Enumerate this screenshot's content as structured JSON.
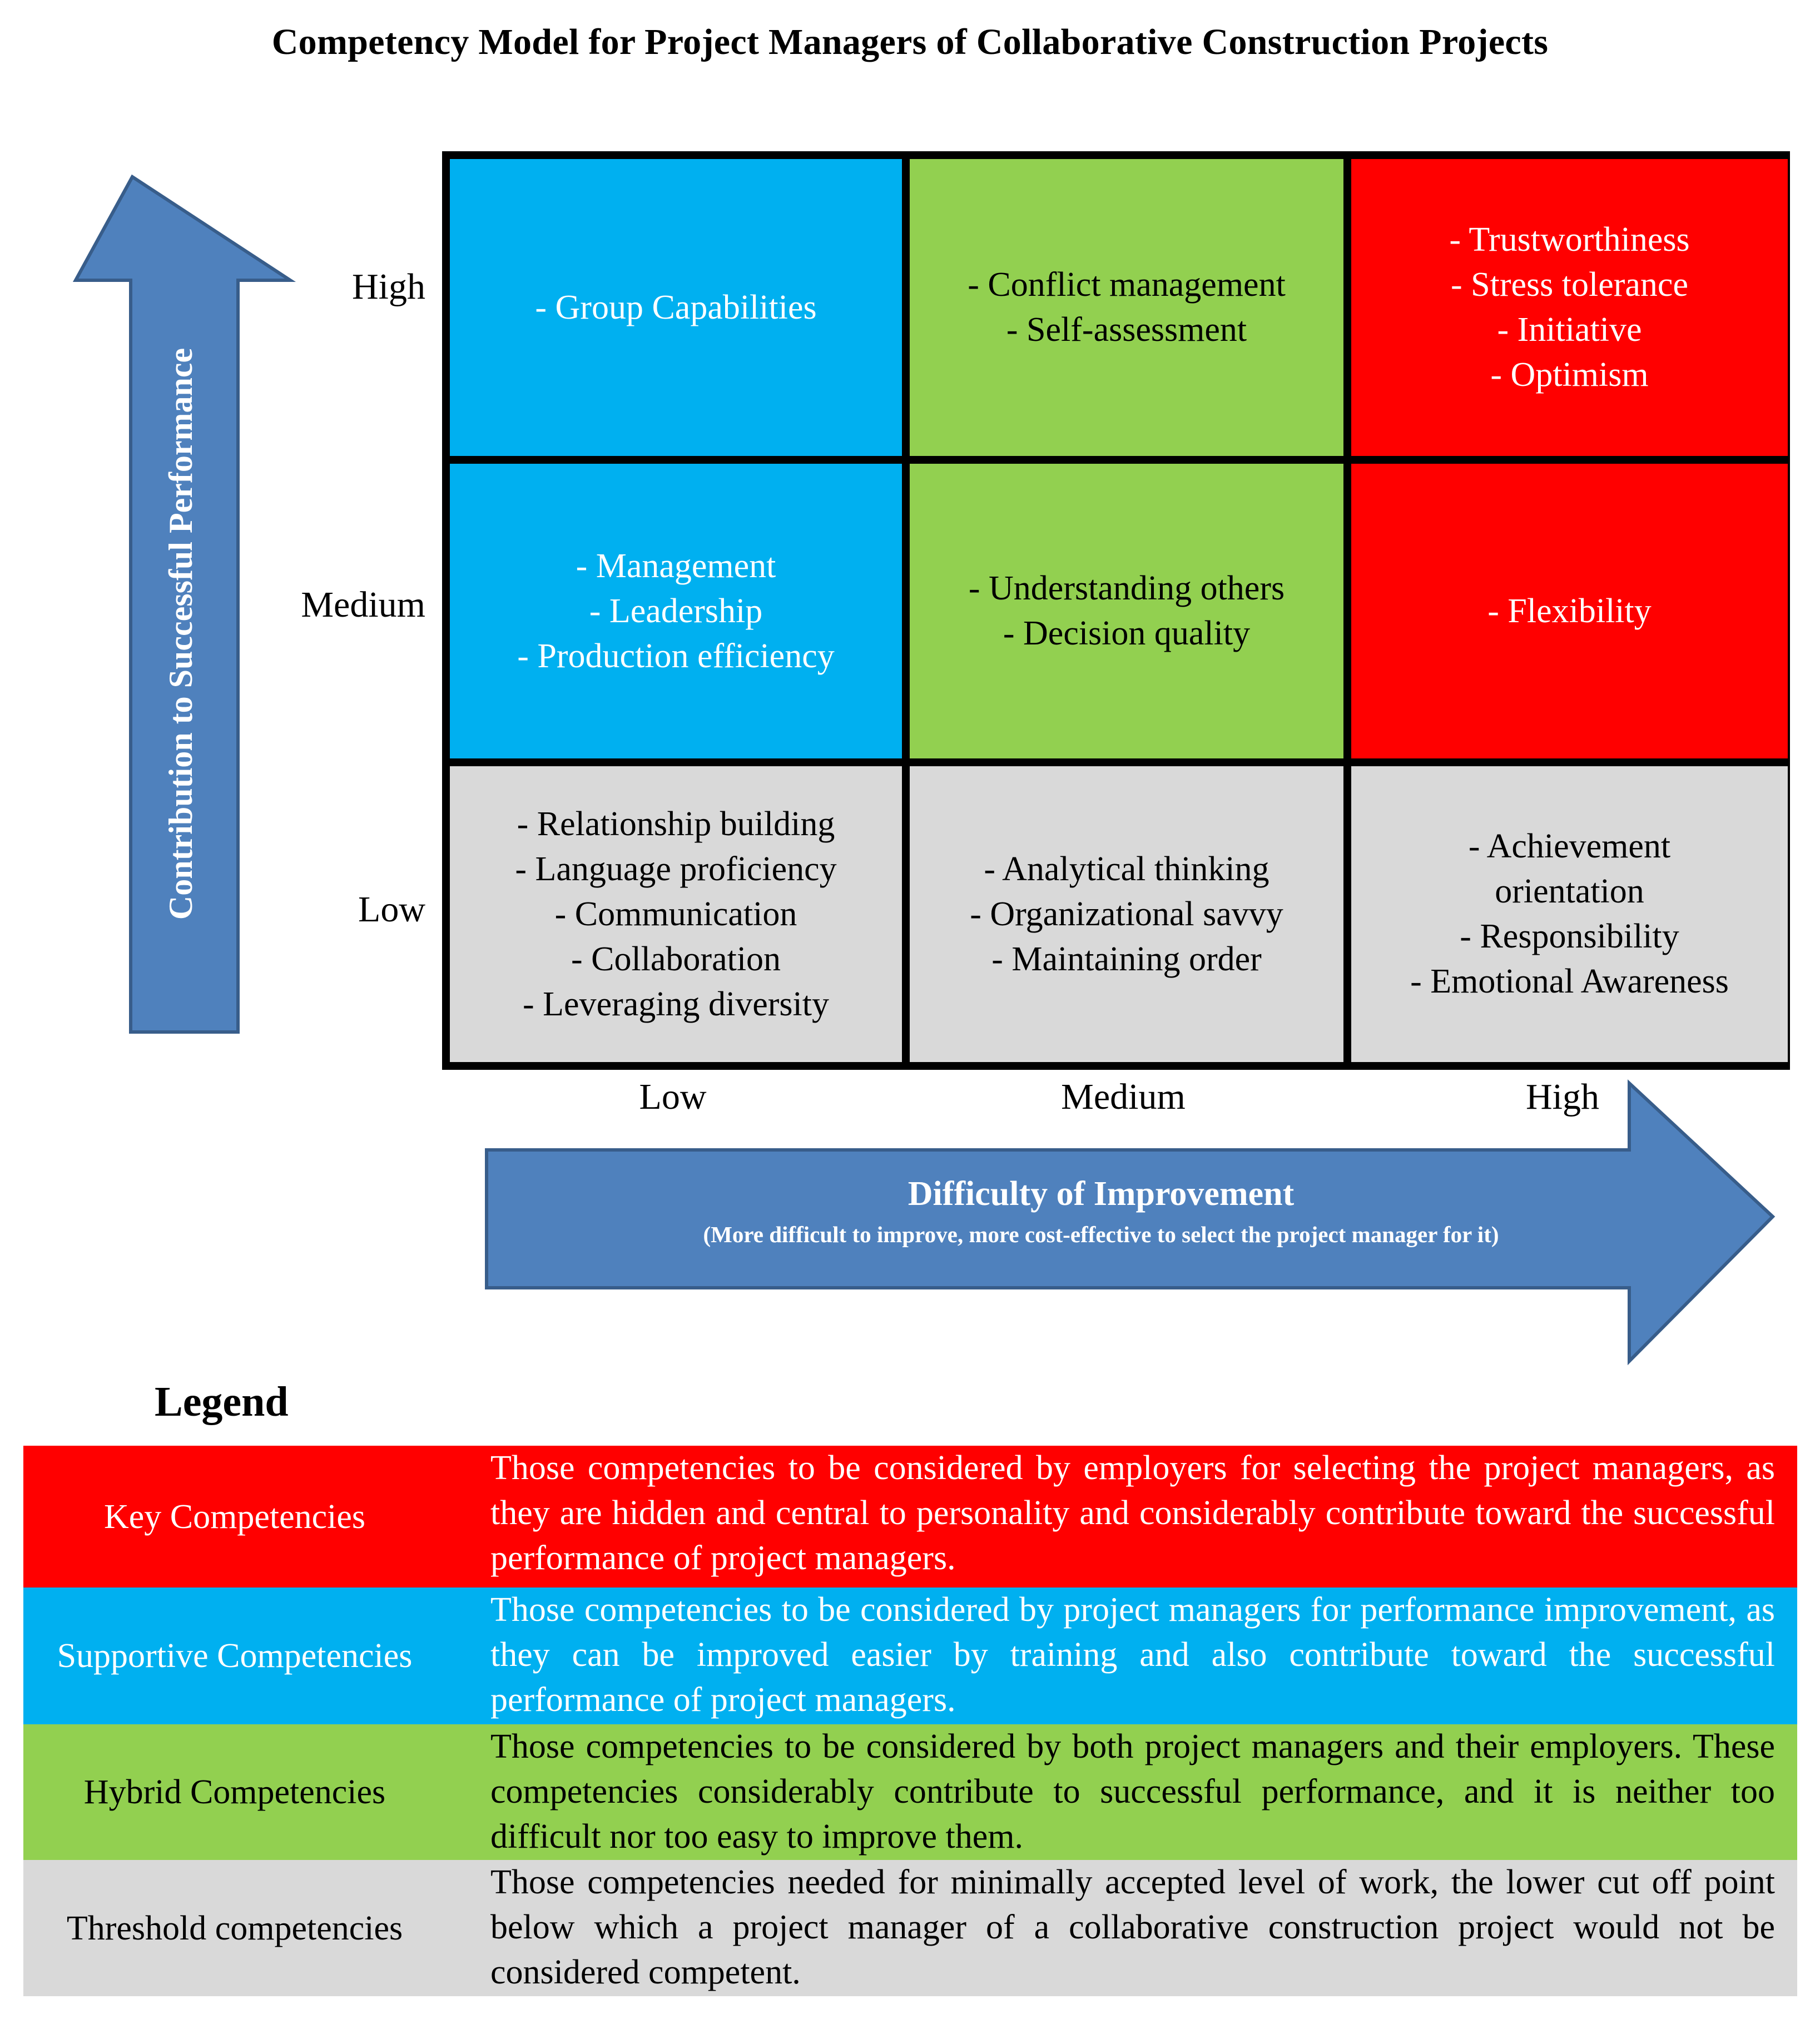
{
  "title": "Competency Model for Project Managers of Collaborative Construction Projects",
  "y_axis": {
    "label": "Contribution to Successful Performance",
    "levels": [
      "High",
      "Medium",
      "Low"
    ]
  },
  "x_axis": {
    "label": "Difficulty of Improvement",
    "sublabel": "(More difficult to improve, more cost-effective to select the project manager for it)",
    "levels": [
      "Low",
      "Medium",
      "High"
    ]
  },
  "colors": {
    "key": "#ff0000",
    "supportive": "#00b0f0",
    "hybrid": "#92d050",
    "threshold": "#d9d9d9",
    "arrow": "#4f81bd",
    "arrow_border": "#385d8a"
  },
  "matrix": {
    "high": {
      "low": [
        "- Group Capabilities"
      ],
      "medium": [
        "- Conflict management",
        "- Self-assessment"
      ],
      "high": [
        "- Trustworthiness",
        "- Stress tolerance",
        "- Initiative",
        "- Optimism"
      ]
    },
    "medium": {
      "low": [
        "- Management",
        "- Leadership",
        "- Production efficiency"
      ],
      "medium": [
        "- Understanding others",
        "- Decision quality"
      ],
      "high": [
        "- Flexibility"
      ]
    },
    "low": {
      "low": [
        "- Relationship building",
        "- Language proficiency",
        "- Communication",
        "- Collaboration",
        "- Leveraging diversity"
      ],
      "medium": [
        "- Analytical thinking",
        "- Organizational savvy",
        "- Maintaining order"
      ],
      "high": [
        "- Achievement",
        "orientation",
        "- Responsibility",
        "- Emotional Awareness"
      ]
    }
  },
  "legend": {
    "title": "Legend",
    "rows": [
      {
        "name": "Key Competencies",
        "description": "Those competencies to be considered by employers for selecting the project managers, as they are hidden and central to personality and considerably contribute toward the successful performance of project managers."
      },
      {
        "name": "Supportive Competencies",
        "description": "Those competencies to be considered by project managers for performance improvement, as they can be improved easier by training and also contribute toward the successful performance of project managers."
      },
      {
        "name": "Hybrid Competencies",
        "description": "Those competencies to be considered by both project managers and their employers. These competencies considerably contribute to successful performance, and it is neither too difficult nor too easy to improve them."
      },
      {
        "name": "Threshold competencies",
        "description": "Those competencies needed for minimally accepted level of work, the lower cut off point below which a project manager of a collaborative construction project would not be considered competent."
      }
    ]
  }
}
